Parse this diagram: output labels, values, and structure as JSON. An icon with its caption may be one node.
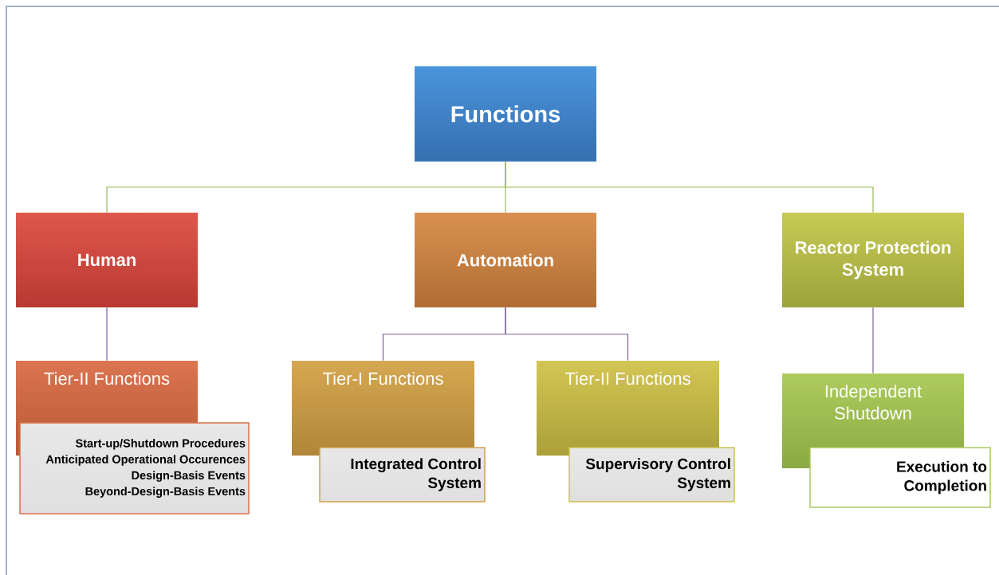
{
  "diagram": {
    "nodes": [
      {
        "text": [
          "Functions"
        ]
      },
      {
        "text": [
          "Human"
        ]
      },
      {
        "text": [
          "Automation"
        ]
      },
      {
        "text": [
          "Reactor Protection System"
        ]
      },
      {
        "text": [
          "Tier-II Functions"
        ]
      },
      {
        "text": [
          "Tier-I Functions"
        ]
      },
      {
        "text": [
          "Tier-II Functions"
        ]
      },
      {
        "text": [
          "Independent Shutdown"
        ]
      },
      {
        "text": [
          "Start-up/Shutdown Procedures",
          "Anticipated Operational Occurences",
          "Design-Basis Events",
          "Beyond-Design-Basis Events"
        ]
      },
      {
        "text": [
          "Integrated Control System"
        ]
      },
      {
        "text": [
          "Supervisory Control System"
        ]
      },
      {
        "text": [
          "Execution to Completion"
        ]
      }
    ],
    "edges": [
      {
        "from": 0,
        "to": 1,
        "arrow": "none",
        "color": "#9bbb59"
      },
      {
        "from": 0,
        "to": 2,
        "arrow": "none",
        "color": "#9bbb59"
      },
      {
        "from": 0,
        "to": 3,
        "arrow": "none",
        "color": "#9bbb59"
      },
      {
        "from": 1,
        "to": 4,
        "arrow": "none"
      },
      {
        "from": 2,
        "to": 5,
        "arrow": "none"
      },
      {
        "from": 2,
        "to": 6,
        "arrow": "none"
      },
      {
        "from": 3,
        "to": 7,
        "arrow": "none"
      }
    ]
  }
}
